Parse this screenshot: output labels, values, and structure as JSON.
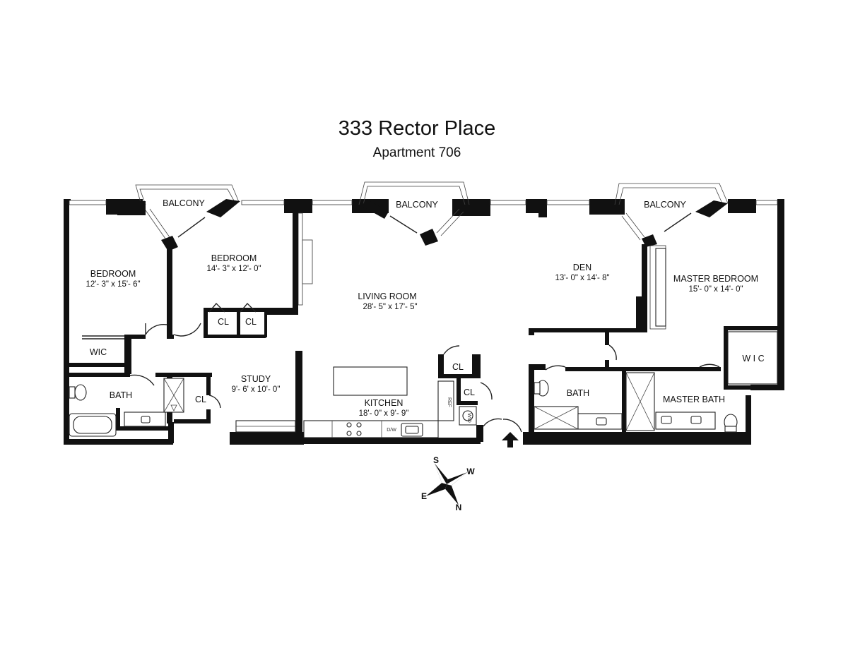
{
  "header": {
    "title": "333 Rector Place",
    "subtitle": "Apartment 706"
  },
  "rooms": {
    "bedroom_left": {
      "name": "BEDROOM",
      "dims": "12'- 3\" x 15'- 6\""
    },
    "bedroom_mid": {
      "name": "BEDROOM",
      "dims": "14'- 3\" x 12'- 0\""
    },
    "living_room": {
      "name": "LIVING ROOM",
      "dims": "28'- 5\" x 17'- 5\""
    },
    "den": {
      "name": "DEN",
      "dims": "13'- 0\" x 14'- 8\""
    },
    "master_bedroom": {
      "name": "MASTER BEDROOM",
      "dims": "15'- 0\" x 14'- 0\""
    },
    "study": {
      "name": "STUDY",
      "dims": "9'- 6' x 10'- 0\""
    },
    "kitchen": {
      "name": "KITCHEN",
      "dims": "18'- 0\" x 9'- 9\""
    }
  },
  "labels": {
    "balcony": "BALCONY",
    "wic": "WIC",
    "wic_master": "W I C",
    "bath": "BATH",
    "master_bath": "MASTER BATH",
    "closet": "CL",
    "ref": "REF",
    "wd": "W/D",
    "dw": "D/W"
  },
  "compass": {
    "s": "S",
    "w": "W",
    "e": "E",
    "n": "N"
  }
}
